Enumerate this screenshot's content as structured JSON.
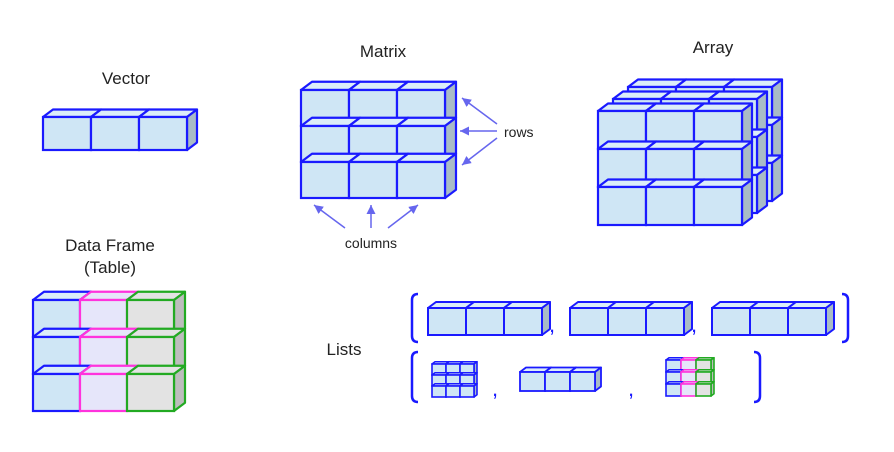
{
  "colors": {
    "blue_edge": "#1a1aff",
    "blue_face": "#cfe6f5",
    "blue_top": "#dcedf8",
    "side_face": "#a9bcc6",
    "pink_edge": "#ff33dd",
    "pink_face": "#e6e6fa",
    "green_edge": "#22aa22",
    "grey_face": "#e3e3e3",
    "grey_side": "#bdbdbd",
    "arrow": "#6666ee",
    "text": "#222222"
  },
  "labels": {
    "vector": "Vector",
    "matrix": "Matrix",
    "array": "Array",
    "data_frame_line1": "Data Frame",
    "data_frame_line2": "(Table)",
    "rows": "rows",
    "columns": "columns",
    "lists": "Lists",
    "comma": ","
  },
  "structures": {
    "vector": {
      "rows": 1,
      "cols": 3
    },
    "matrix": {
      "rows": 3,
      "cols": 3
    },
    "array": {
      "rows": 3,
      "cols": 3,
      "layers": 3
    },
    "data_frame": {
      "rows": 3,
      "cols": 3,
      "column_styles": [
        "blue",
        "pink",
        "green"
      ]
    }
  }
}
